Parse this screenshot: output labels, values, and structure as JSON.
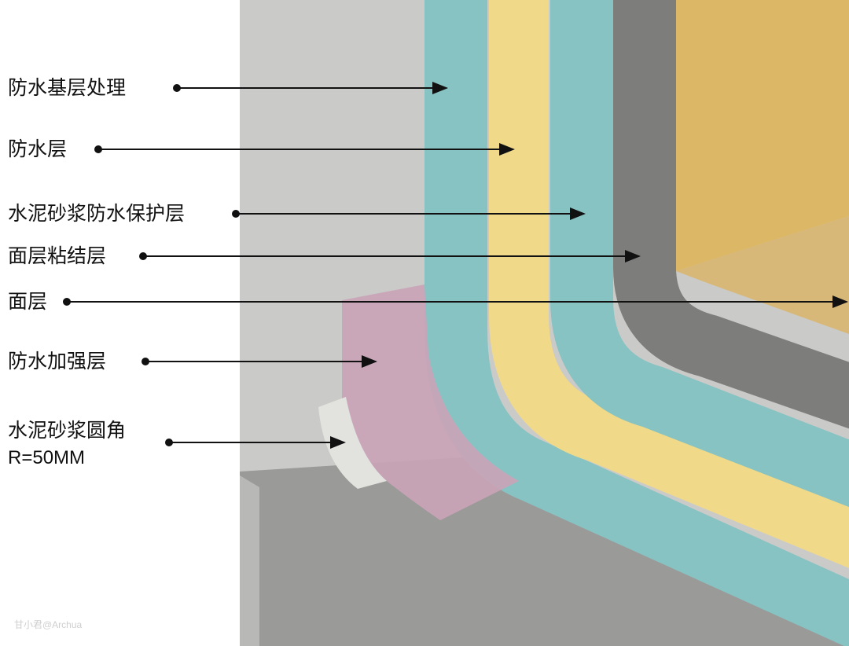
{
  "labels": [
    {
      "id": "base-treatment",
      "text": "防水基层处理"
    },
    {
      "id": "waterproof-layer",
      "text": "防水层"
    },
    {
      "id": "mortar-protection-layer",
      "text": "水泥砂浆防水保护层"
    },
    {
      "id": "surface-bonding-layer",
      "text": "面层粘结层"
    },
    {
      "id": "surface-layer",
      "text": "面层"
    },
    {
      "id": "reinforcement-layer",
      "text": "防水加强层"
    },
    {
      "id": "mortar-fillet",
      "text": "水泥砂浆圆角",
      "text2": "R=50MM"
    }
  ],
  "watermark": "甘小君@Archua",
  "colors": {
    "concrete": "#c9c9c7",
    "slab": "#9b9b99",
    "blue": "#86c3c2",
    "yellow": "#f1d98a",
    "dark": "#7c7c7a",
    "wood": "#dcb765",
    "pink": "#c9a4b7"
  }
}
